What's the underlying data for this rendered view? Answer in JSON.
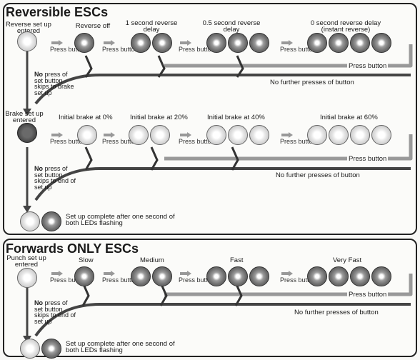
{
  "reversible": {
    "title": "Reversible ESCs",
    "reverse_entered": "Reverse set up entered",
    "steps": [
      "Reverse off",
      "1 second reverse delay",
      "0.5 second reverse delay",
      "0 second reverse delay (instant reverse)"
    ],
    "brake_entered": "Brake set up entered",
    "brake_steps": [
      "Initial brake at 0%",
      "Initial brake at 20%",
      "Initial brake at 40%",
      "Initial brake at 60%"
    ],
    "note1": "No press of set button skips to brake set up",
    "note2": "No press of set button skips to end of set up",
    "complete": "Set up complete after one second of both LEDs flashing"
  },
  "forwards": {
    "title": "Forwards ONLY ESCs",
    "punch_entered": "Punch set up entered",
    "steps": [
      "Slow",
      "Medium",
      "Fast",
      "Very Fast"
    ],
    "note": "No press of set button skips to end of set up",
    "complete": "Set up complete after one second of both LEDs flashing"
  },
  "common": {
    "press_button": "Press button",
    "no_further": "No further presses of button"
  }
}
